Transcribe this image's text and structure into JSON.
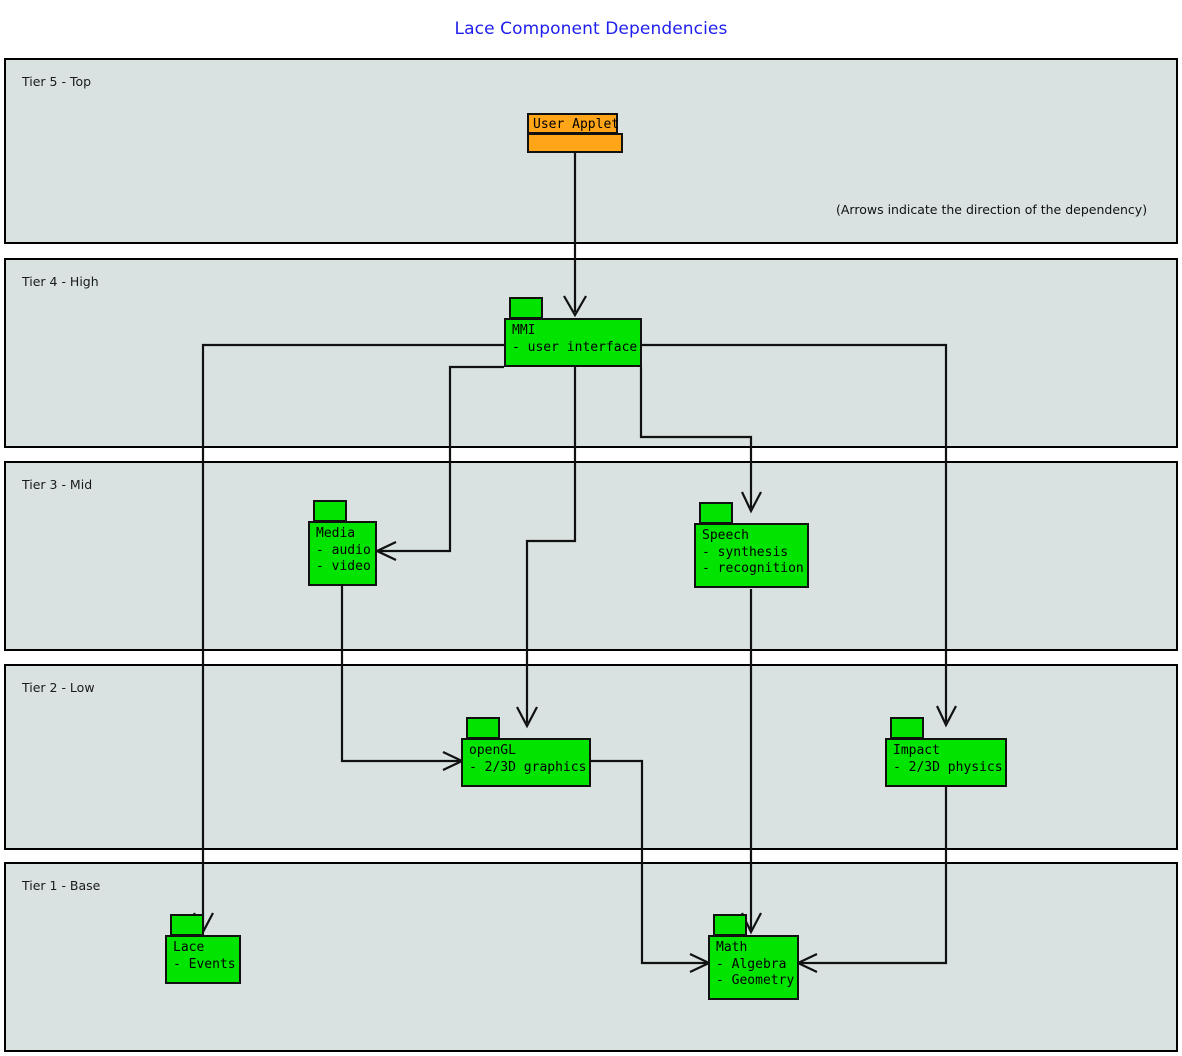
{
  "title": "Lace Component Dependencies",
  "note": "(Arrows indicate the direction of the dependency)",
  "theme": {
    "title_color": "#2020ee",
    "tier_fill": "#d9e2e1",
    "package_fill": "#00e400",
    "applet_fill": "#ffa517",
    "stroke": "#111111"
  },
  "tiers": [
    {
      "id": "tier5",
      "label": "Tier 5 - Top"
    },
    {
      "id": "tier4",
      "label": "Tier 4 - High"
    },
    {
      "id": "tier3",
      "label": "Tier 3 - Mid"
    },
    {
      "id": "tier2",
      "label": "Tier 2 - Low"
    },
    {
      "id": "tier1",
      "label": "Tier 1 - Base"
    }
  ],
  "packages": [
    {
      "id": "user-applet",
      "name": "User Applet",
      "tier": "Tier 5 - Top",
      "items": []
    },
    {
      "id": "mmi",
      "name": "MMI",
      "tier": "Tier 4 - High",
      "items": [
        "- user interface"
      ]
    },
    {
      "id": "media",
      "name": "Media",
      "tier": "Tier 3 - Mid",
      "items": [
        "- audio",
        "- video"
      ]
    },
    {
      "id": "speech",
      "name": "Speech",
      "tier": "Tier 3 - Mid",
      "items": [
        "- synthesis",
        "- recognition"
      ]
    },
    {
      "id": "opengl",
      "name": "openGL",
      "tier": "Tier 2 - Low",
      "items": [
        "- 2/3D graphics"
      ]
    },
    {
      "id": "impact",
      "name": "Impact",
      "tier": "Tier 2 - Low",
      "items": [
        "- 2/3D physics"
      ]
    },
    {
      "id": "lace",
      "name": "Lace",
      "tier": "Tier 1 - Base",
      "items": [
        "- Events"
      ]
    },
    {
      "id": "math",
      "name": "Math",
      "tier": "Tier 1 - Base",
      "items": [
        "- Algebra",
        "- Geometry"
      ]
    }
  ],
  "dependencies": [
    {
      "from": "User Applet",
      "to": "MMI"
    },
    {
      "from": "MMI",
      "to": "Media"
    },
    {
      "from": "MMI",
      "to": "Speech"
    },
    {
      "from": "MMI",
      "to": "openGL"
    },
    {
      "from": "MMI",
      "to": "Impact"
    },
    {
      "from": "MMI",
      "to": "Lace"
    },
    {
      "from": "Media",
      "to": "openGL"
    },
    {
      "from": "Speech",
      "to": "Math"
    },
    {
      "from": "openGL",
      "to": "Math"
    },
    {
      "from": "Impact",
      "to": "Math"
    }
  ]
}
